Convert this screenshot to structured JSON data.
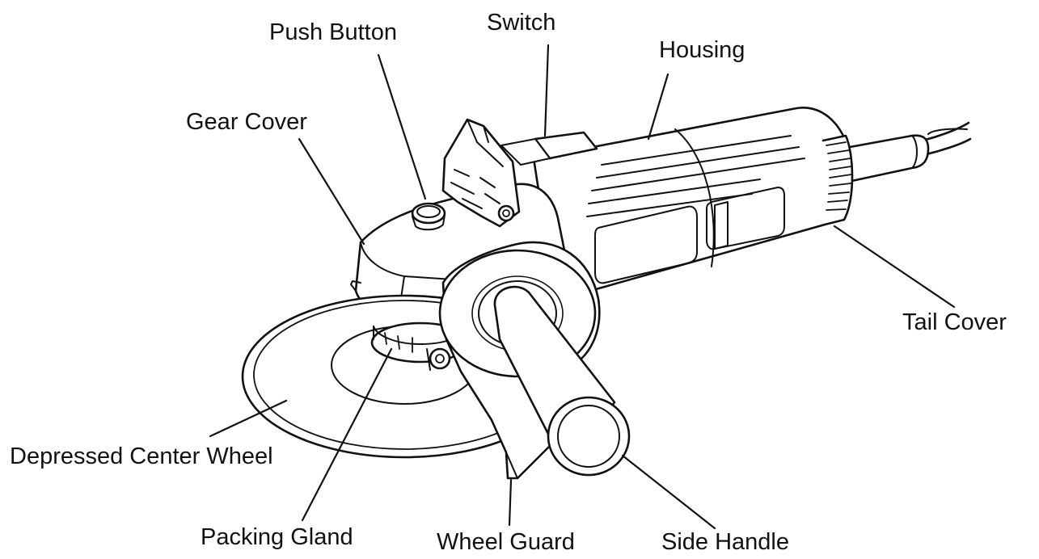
{
  "diagram": {
    "colors": {
      "ink": "#111111",
      "background": "#ffffff"
    },
    "labels": {
      "switch": "Switch",
      "push_button": "Push Button",
      "housing": "Housing",
      "gear_cover": "Gear Cover",
      "tail_cover": "Tail Cover",
      "depressed_center_wheel": "Depressed Center Wheel",
      "packing_gland": "Packing Gland",
      "wheel_guard": "Wheel Guard",
      "side_handle": "Side Handle"
    }
  }
}
